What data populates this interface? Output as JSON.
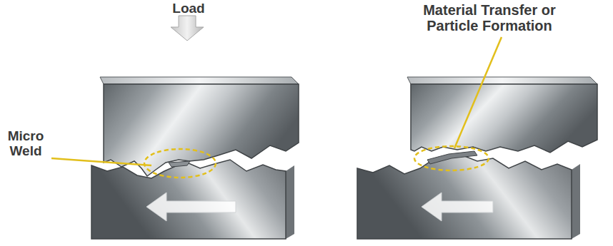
{
  "diagram": {
    "labels": [
      "Load",
      "Micro Weld",
      "Material Transfer or Particle Formation"
    ]
  }
}
